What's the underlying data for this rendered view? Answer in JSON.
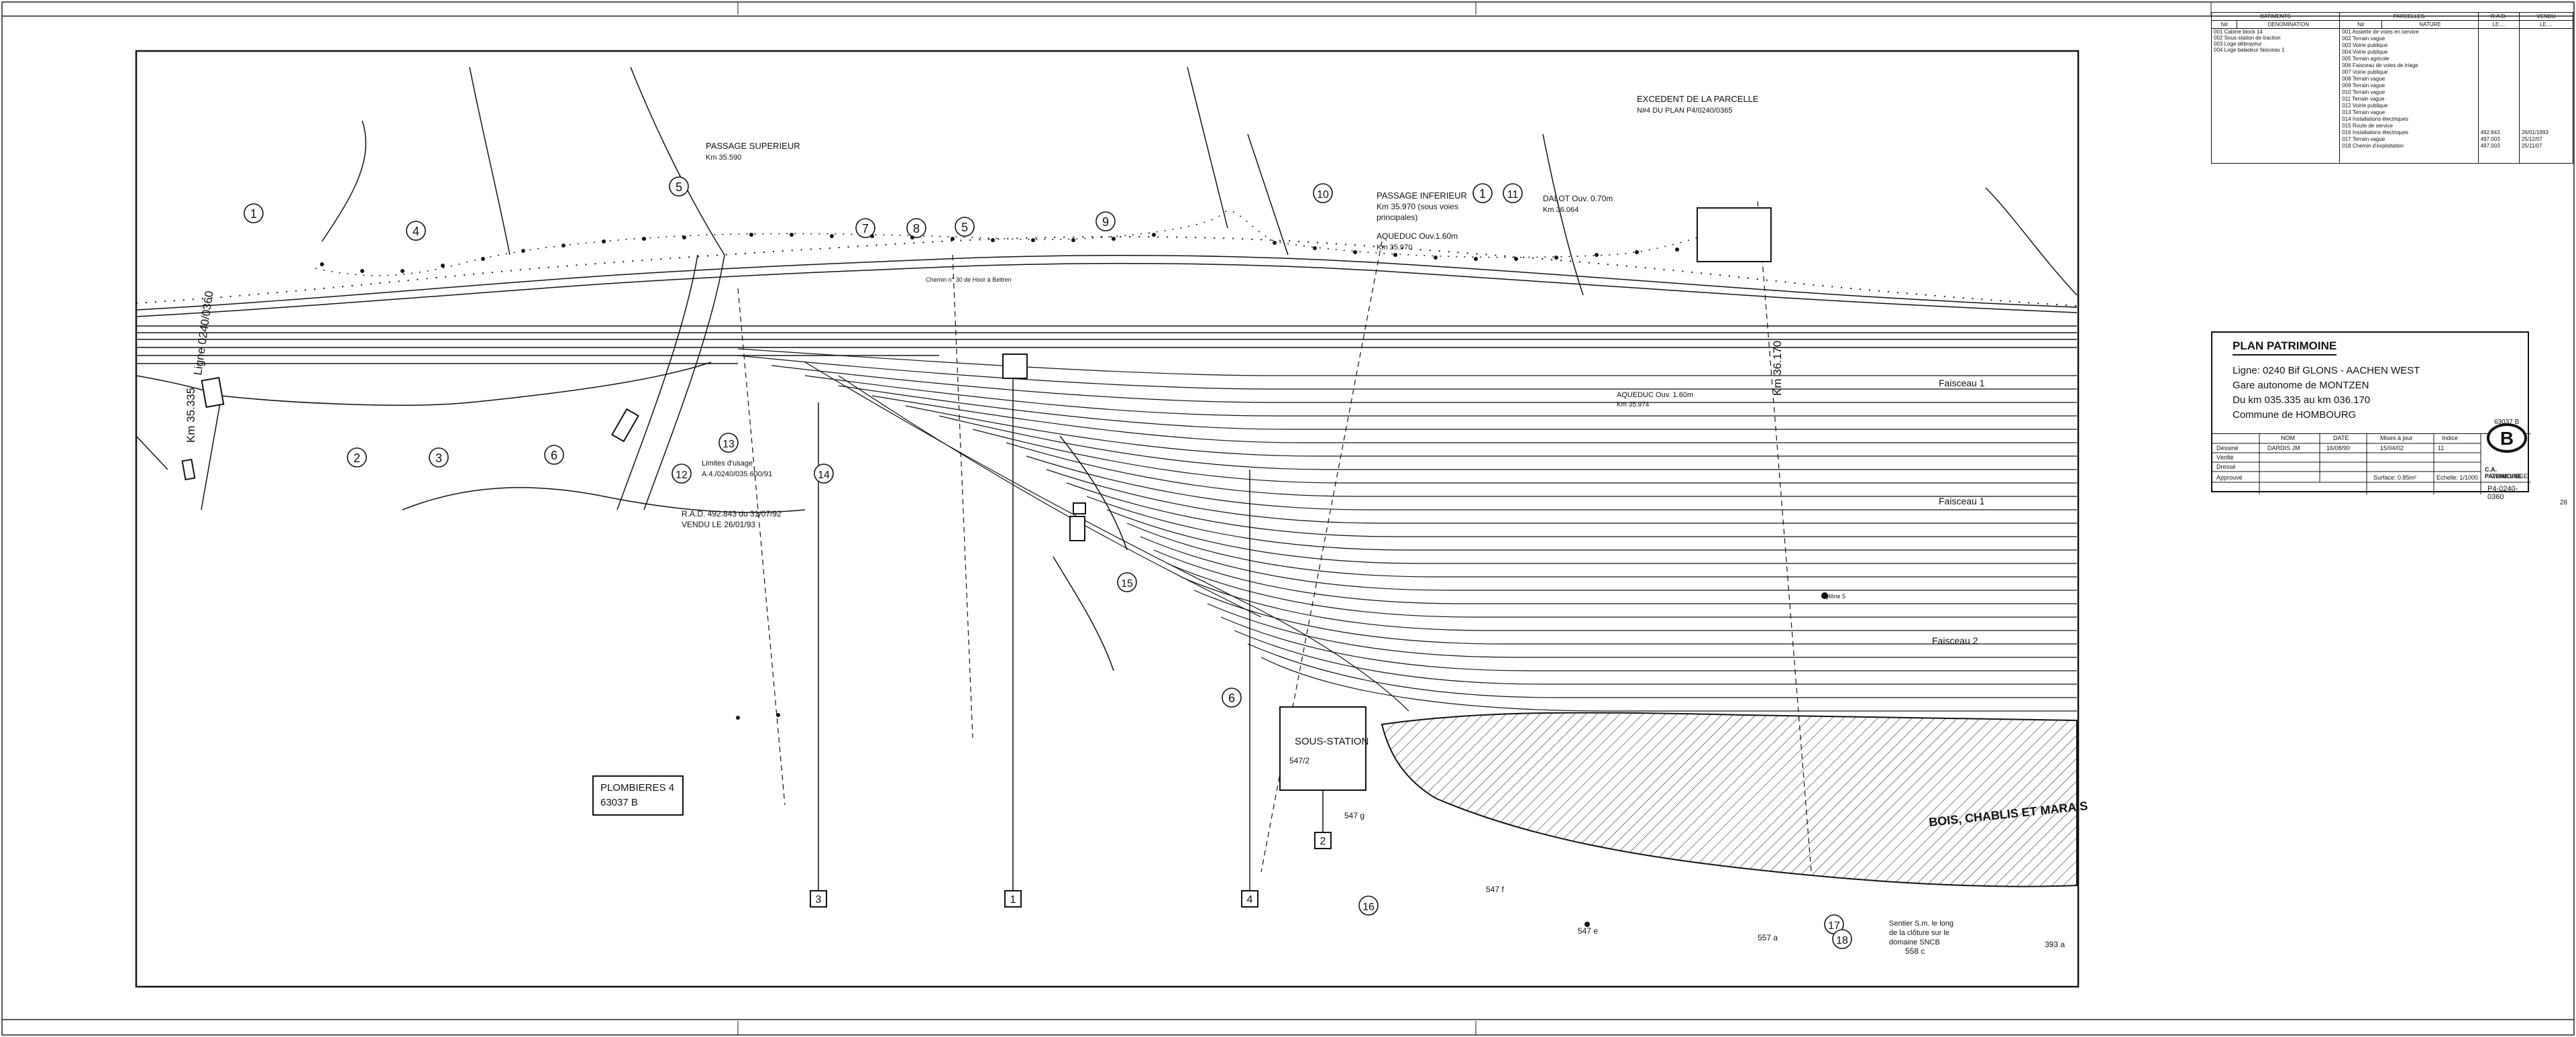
{
  "title_block": {
    "heading": "PLAN PATRIMOINE",
    "line_ligne": "Ligne: 0240 Bif GLONS - AACHEN WEST",
    "line_gare": "Gare autonome de MONTZEN",
    "line_km": "Du km 035.335 au km 036.170",
    "line_commune": "Commune de HOMBOURG",
    "ref_code": "63037 B",
    "headers": [
      "NOM",
      "DATE",
      "Mises à jour",
      "Indice"
    ],
    "dessine_label": "Dessiné",
    "dessine_name": "DARDIS JM",
    "dessine_date": "16/08/90",
    "mise_a_jour": "15/04/02",
    "indice": "11",
    "verifie_label": "Vérifié",
    "dresse_label": "Dressé",
    "approuve_label": "Approuvé",
    "surface": "Surface: 0.85m²",
    "echelle": "Echelle: 1/1000",
    "org": "C.A. PATRIMOINE",
    "org_sub": "ZONE LIEGE",
    "plan_no": "P4-0240-0360",
    "sheet_no": "28"
  },
  "legend": {
    "batiments": "BATIMENTS",
    "parcelles": "PARCELLES",
    "rad": "R.A.D.",
    "vendu": "VENDU",
    "no": "N#",
    "denomination": "DENOMINATION",
    "nature": "NATURE",
    "le1": "LE....",
    "le2": "LE....",
    "buildings": [
      "001 Cabine block 14",
      "002 Sous-station de traction",
      "003 Loge débrayeur",
      "004 Loge baladeur faisceau 1"
    ],
    "parcels": [
      "001 Assiette de voies en service",
      "002 Terrain vague",
      "003 Voirie publique",
      "004 Voirie publique",
      "005 Terrain agricole",
      "006 Faisceau de voies de triage",
      "007 Voirie publique",
      "008 Terrain vague",
      "009 Terrain vague",
      "010 Terrain vague",
      "011 Terrain vague",
      "012 Voirie publique",
      "013 Terrain vague",
      "014 Installations électriques",
      "015 Route de service",
      "016 Installations électriques",
      "017 Terrain vague",
      "018 Chemin d'exploitation"
    ],
    "rad_vals": [
      "492.843",
      "497.003",
      "497.003"
    ],
    "vendu_vals": [
      "26/01/1993",
      "25/12/07",
      "25/11/07"
    ]
  },
  "drawing": {
    "plombieres_1": "PLOMBIERES 4",
    "plombieres_2": "63037 B",
    "passage_sup": "PASSAGE SUPERIEUR",
    "passage_sup_km": "Km 35.590",
    "passage_inf": "PASSAGE INFERIEUR",
    "passage_inf_km": "Km 35.970 (sous voies",
    "passage_inf_km2": "principales)",
    "aqueduc": "AQUEDUC Ouv.1.60m",
    "aqueduc_km": "Km 35.970",
    "dalot": "DALOT Ouv. 0.70m",
    "dalot_km": "Km 36.064",
    "excedent": "EXCEDENT DE LA PARCELLE",
    "excedent_ref": "N#4 DU PLAN P4/0240/0365",
    "chemin": "Chemin n° 30 de Hoor à Beltren",
    "aqueduc2": "AQUEDUC Ouv. 1.60m",
    "aqueduc2_km": "Km 35.974",
    "limites": "Limites d'usage",
    "limites_ref": "A.4./0240/035.600/91",
    "rad_note": "R.A.D. 492.843 du 31/07/92",
    "vendu_note": "VENDU LE 26/01/93",
    "sous_station": "SOUS-STATION",
    "sous_station_no": "547/2",
    "parc_547g": "547 g",
    "parc_547f": "547 f",
    "parc_547e": "547 e",
    "parc_557a": "557 a",
    "parc_558c": "558 c",
    "parc_393a": "393 a",
    "bois": "BOIS, CHABLIS ET MARAIS",
    "sentier": "Sentier S.m. le long",
    "sentier2": "de la clôture sur le",
    "sentier3": "domaine SNCB",
    "faisceau1": "Faisceau 1",
    "faisceau1b": "Faisceau 1",
    "faisceau2": "Faisceau 2",
    "km_vert1": "Km 35.335",
    "ligne_vert": "Ligne 0240/0360",
    "km_vert2": "Km 36.170",
    "pylone": "Pylône 5",
    "circles": [
      "1",
      "4",
      "5",
      "7",
      "8",
      "5",
      "9",
      "10",
      "1",
      "11",
      "2",
      "3",
      "6",
      "13",
      "14",
      "12",
      "15",
      "6",
      "16",
      "17",
      "18"
    ],
    "boxes": [
      "3",
      "1",
      "4",
      "2"
    ]
  },
  "colors": {
    "ink": "#111111",
    "paper": "#ffffff",
    "hatch": "#333333"
  }
}
